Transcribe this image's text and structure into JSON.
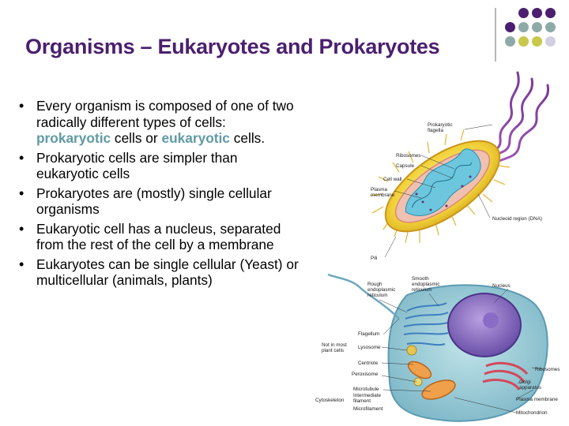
{
  "title": "Organisms – Eukaryotes and Prokaryotes",
  "decor_dots": [
    [
      "#4b1f6f",
      "#4b1f6f",
      "#4b1f6f"
    ],
    [
      "#4b1f6f",
      "#8eaaa8",
      "#8eaaa8",
      "#8eaaa8"
    ],
    [
      "#8eaaa8",
      "#c8c84a",
      "#c8c84a",
      "#d0d0e0"
    ]
  ],
  "bullets": {
    "b1": {
      "prefix": "Every organism is composed of one of two radically different types of cells: ",
      "term1": "prokaryotic",
      "mid": " cells or ",
      "term2": "eukaryotic",
      "suffix": " cells."
    },
    "b2": "Prokaryotic cells are simpler than eukaryotic cells",
    "b3": "Prokaryotes are (mostly) single cellular organisms",
    "b4": "Eukaryotic cell has a nucleus, separated from the rest of the cell by a membrane",
    "b5": "Eukaryotes can be single cellular (Yeast) or multicellular (animals, plants)"
  },
  "prokaryote_labels": {
    "flagella": [
      "Prokaryotic",
      "flagella"
    ],
    "ribosomes": "Ribosomes",
    "capsule": "Capsule",
    "cell_wall": "Cell wall",
    "plasma_membrane": [
      "Plasma",
      "membrane"
    ],
    "nucleoid": "Nucleoid region (DNA)",
    "pili": "Pili"
  },
  "eukaryote_labels": {
    "rough_er": [
      "Rough",
      "endoplasmic",
      "reticulum"
    ],
    "smooth_er": [
      "Smooth",
      "endoplasmic",
      "reticulum"
    ],
    "nucleus": "Nucleus",
    "not_in_plant": [
      "Not in most",
      "plant cells"
    ],
    "flagellum": "Flagellum",
    "lysosome": "Lysosome",
    "centriole": "Centriole",
    "peroxisome": "Peroxisome",
    "cytoskeleton": "Cytoskeleton",
    "microtubule": "Microtubule",
    "intermediate": [
      "Intermediate",
      "filament"
    ],
    "microfilament": "Microfilament",
    "ribosomes": "Ribosomes",
    "golgi": [
      "Golgi",
      "apparatus"
    ],
    "plasma_membrane": "Plasma membrane",
    "mitochondrion": "Mitochondrion"
  }
}
